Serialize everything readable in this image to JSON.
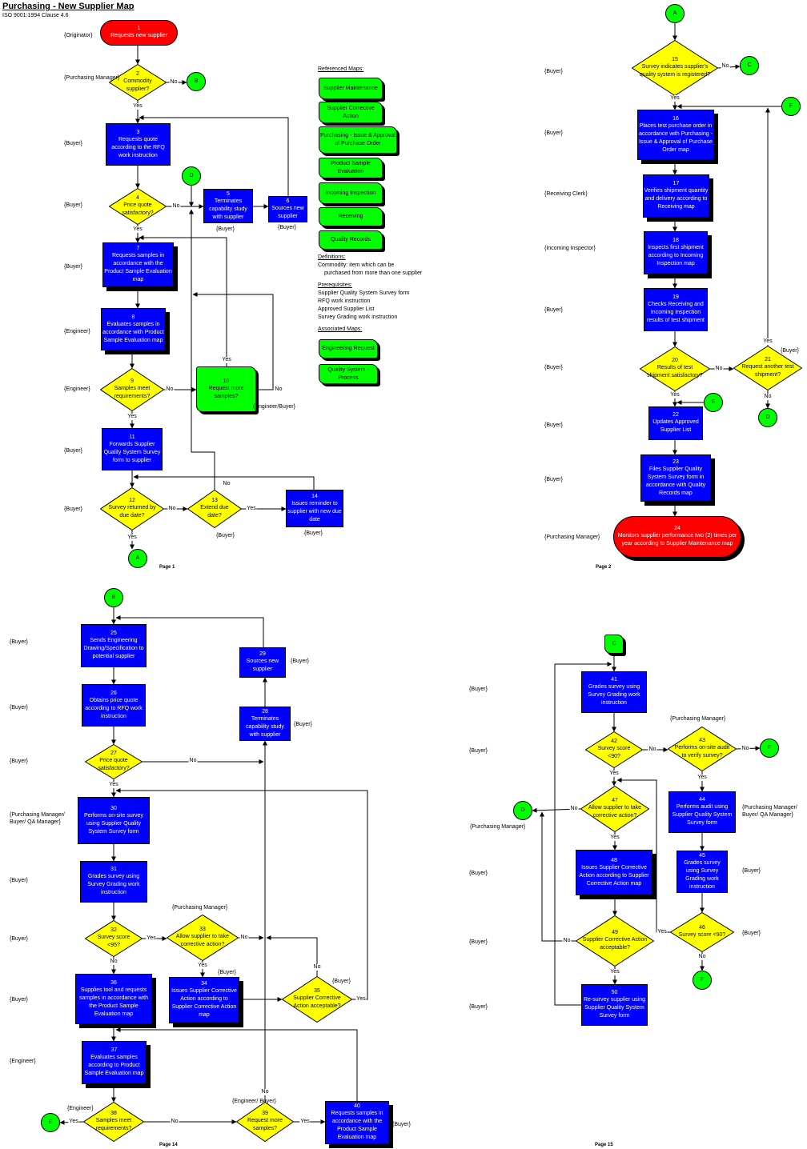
{
  "document": {
    "title": "Purchasing - New Supplier Map",
    "subtitle": "ISO 9001:1994 Clause 4.6"
  },
  "colors": {
    "process": "#0000ff",
    "terminator": "#ff0000",
    "decision": "#ffff00",
    "connector": "#00ff00",
    "reference": "#00ff00"
  },
  "labels": {
    "yes": "Yes",
    "no": "No"
  },
  "pages": {
    "p1": "Page 1",
    "p2": "Page 2",
    "p14": "Page 14",
    "p15": "Page 15"
  },
  "connectors": {
    "A": "A",
    "B": "B",
    "C": "C",
    "D": "D",
    "E": "E",
    "F": "F"
  },
  "nodes": {
    "n1": {
      "num": "1",
      "text": "Requests new supplier",
      "role": "{Originator}"
    },
    "n2": {
      "num": "2",
      "text": "Commodity supplier?",
      "role": "{Purchasing Manager}"
    },
    "n3": {
      "num": "3",
      "text": "Requests quote according to the RFQ work instruction",
      "role": "{Buyer}"
    },
    "n4": {
      "num": "4",
      "text": "Price quote satisfactory?",
      "role": "{Buyer}"
    },
    "n5": {
      "num": "5",
      "text": "Terminates capability study with supplier",
      "role": "{Buyer}"
    },
    "n6": {
      "num": "6",
      "text": "Sources new supplier",
      "role": "{Buyer}"
    },
    "n7": {
      "num": "7",
      "text": "Requests samples in accordance with the Product Sample Evaluation map",
      "role": "{Buyer}"
    },
    "n8": {
      "num": "8",
      "text": "Evaluates samples in accordance with Product Sample Evaluation map",
      "role": "{Engineer}"
    },
    "n9": {
      "num": "9",
      "text": "Samples meet requirements?",
      "role": "{Engineer}"
    },
    "n10": {
      "num": "10",
      "text": "Request more samples?",
      "role": "{Engineer/Buyer}"
    },
    "n11": {
      "num": "11",
      "text": "Forwards Supplier Quality System Survey form to supplier",
      "role": "{Buyer}"
    },
    "n12": {
      "num": "12",
      "text": "Survey returned by due date?",
      "role": "{Buyer}"
    },
    "n13": {
      "num": "13",
      "text": "Extend due date?",
      "role": "{Buyer}"
    },
    "n14": {
      "num": "14",
      "text": "Issues reminder to supplier with new due date",
      "role": "{Buyer}"
    },
    "n15": {
      "num": "15",
      "text": "Survey indicates supplier's quality system is registered?",
      "role": "{Buyer}"
    },
    "n16": {
      "num": "16",
      "text": "Places test purchase order in accordance with Purchasing - Issue & Approval of Purchase Order map",
      "role": "{Buyer}"
    },
    "n17": {
      "num": "17",
      "text": "Verifies shipment quantity and delivery according to Receiving map",
      "role": "{Receiving Clerk}"
    },
    "n18": {
      "num": "18",
      "text": "Inspects first shipment according to Incoming Inspection map",
      "role": "{Incoming Inspector}"
    },
    "n19": {
      "num": "19",
      "text": "Checks Receiving and Incoming Inspection results of test shipment",
      "role": "{Buyer}"
    },
    "n20": {
      "num": "20",
      "text": "Results of test shipment satisfactory?",
      "role": "{Buyer}"
    },
    "n21": {
      "num": "21",
      "text": "Request another test shipment?",
      "role": "{Buyer}"
    },
    "n22": {
      "num": "22",
      "text": "Updates Approved Supplier List",
      "role": "{Buyer}"
    },
    "n23": {
      "num": "23",
      "text": "Files Supplier Quality System Survey form in accordance with Quality Records map",
      "role": "{Buyer}"
    },
    "n24": {
      "num": "24",
      "text": "Monitors supplier performance two (2) times per year according to Supplier Maintenance map",
      "role": "{Purchasing Manager}"
    },
    "n25": {
      "num": "25",
      "text": "Sends Engineering Drawing/Specification to potential supplier",
      "role": "{Buyer}"
    },
    "n26": {
      "num": "26",
      "text": "Obtains price quote according to RFQ work instruction",
      "role": "{Buyer}"
    },
    "n27": {
      "num": "27",
      "text": "Price quote satisfactory?",
      "role": "{Buyer}"
    },
    "n28": {
      "num": "28",
      "text": "Terminates capability study with supplier",
      "role": "{Buyer}"
    },
    "n29": {
      "num": "29",
      "text": "Sources new supplier",
      "role": "{Buyer}"
    },
    "n30": {
      "num": "30",
      "text": "Performs on-site survey using Supplier Quality System Survey form",
      "role": "{Purchasing Manager/ Buyer/ QA Manager}"
    },
    "n31": {
      "num": "31",
      "text": "Grades survey using Survey Grading work instruction",
      "role": "{Buyer}"
    },
    "n32": {
      "num": "32",
      "text": "Survey score <95?",
      "role": "{Buyer}"
    },
    "n33": {
      "num": "33",
      "text": "Allow supplier to take corrective action?",
      "role": "{Purchasing Manager}"
    },
    "n34": {
      "num": "34",
      "text": "Issues Supplier Corrective Action according to Supplier Corrective Action map",
      "role": "{Buyer}"
    },
    "n35": {
      "num": "35",
      "text": "Supplier Corrective Action acceptable?",
      "role": "{Buyer}"
    },
    "n36": {
      "num": "36",
      "text": "Supplies tool and requests samples in accordance with the Product Sample Evaluation map",
      "role": "{Buyer}"
    },
    "n37": {
      "num": "37",
      "text": "Evaluates samples according to Product Sample Evaluation map",
      "role": "{Engineer}"
    },
    "n38": {
      "num": "38",
      "text": "Samples meet requirements?",
      "role": "{Engineer}"
    },
    "n39": {
      "num": "39",
      "text": "Request more samples?",
      "role": "{Engineer/ Buyer}"
    },
    "n40": {
      "num": "40",
      "text": "Requests samples in accordance with the Product Sample Evaluation map",
      "role": "{Buyer}"
    },
    "n41": {
      "num": "41",
      "text": "Grades survey using Survey Grading work instruction",
      "role": "{Buyer}"
    },
    "n42": {
      "num": "42",
      "text": "Survey score <90?",
      "role": "{Buyer}"
    },
    "n43": {
      "num": "43",
      "text": "Performs on-site audit to verify survey?",
      "role": "{Purchasing Manager}"
    },
    "n44": {
      "num": "44",
      "text": "Performs audit using Supplier Quality System Survey form",
      "role": "{Purchasing Manager/ Buyer/ QA Manager}"
    },
    "n45": {
      "num": "45",
      "text": "Grades survey using Survey Grading work instruction",
      "role": "{Buyer}"
    },
    "n46": {
      "num": "46",
      "text": "Survey score <90?",
      "role": "{Buyer}"
    },
    "n47": {
      "num": "47",
      "text": "Allow supplier to take corrective action?",
      "role": "{Purchasing Manager}"
    },
    "n48": {
      "num": "48",
      "text": "Issues Supplier Corrective Action according to Supplier Corrective Action map",
      "role": "{Buyer}"
    },
    "n49": {
      "num": "49",
      "text": "Supplier Corrective Action acceptable?",
      "role": "{Buyer}"
    },
    "n50": {
      "num": "50",
      "text": "Re-survey supplier using Supplier Quality System Survey form",
      "role": "{Buyer}"
    }
  },
  "sidebar": {
    "referenced_heading": "Referenced Maps:",
    "referenced": [
      "Supplier Maintenance",
      "Supplier Corrective Action",
      "Purchasing - Issue & Approval of Purchase Order",
      "Product Sample Evaluation",
      "Incoming Inspection",
      "Receiving",
      "Quality Records"
    ],
    "definitions_heading": "Definitions:",
    "definitions": [
      "Commodity: item which can be",
      "purchased from more than one supplier"
    ],
    "prerequisites_heading": "Prerequisites:",
    "prerequisites": [
      "Supplier Quality System Survey form",
      "RFQ work instruction",
      "Approved Supplier List",
      "Survey Grading work instruction"
    ],
    "associated_heading": "Associated Maps:",
    "associated": [
      "Engineering Request",
      "Quality System - Process"
    ]
  }
}
